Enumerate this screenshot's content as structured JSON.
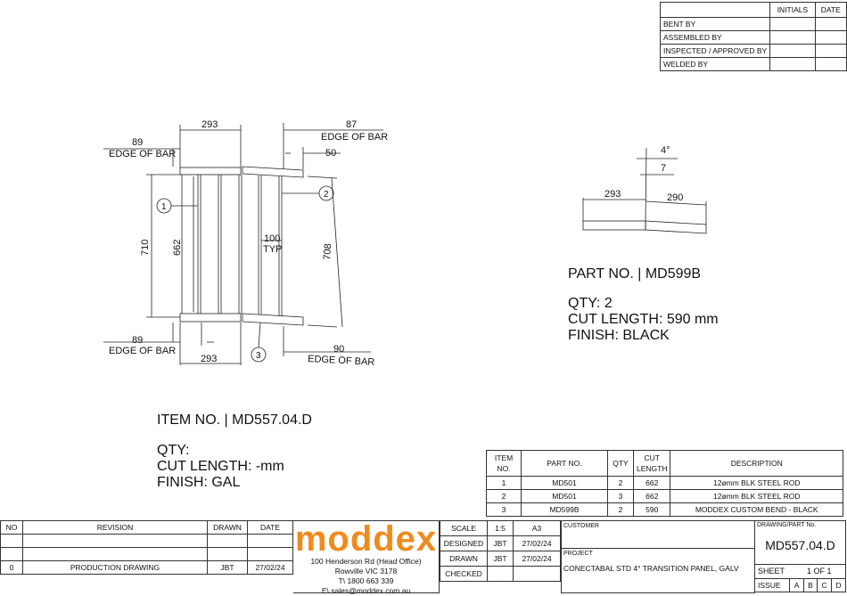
{
  "signoff": {
    "headers": [
      "INITIALS",
      "DATE"
    ],
    "rows": [
      "BENT BY",
      "ASSEMBLED BY",
      "INSPECTED / APPROVED BY",
      "WELDED BY"
    ]
  },
  "drawing": {
    "dims": {
      "d293_top": "293",
      "d87": "87",
      "edge_top_right": "EDGE OF BAR",
      "d89_top": "89",
      "edge_top_left": "EDGE OF BAR",
      "d50": "50",
      "d710": "710",
      "d662": "662",
      "d100": "100",
      "typ": "TYP",
      "d708": "708",
      "d89_bot": "89",
      "edge_bot_left": "EDGE OF BAR",
      "d90": "90",
      "edge_bot_right": "EDGE OF BAR",
      "d293_bot": "293",
      "callout1": "1",
      "callout2": "2",
      "callout3": "3"
    },
    "detail": {
      "angle": "4°",
      "d7": "7",
      "d293": "293",
      "d290": "290"
    }
  },
  "part_block": {
    "part_no": "PART NO.  | MD599B",
    "qty": "QTY: 2",
    "cut_length": "CUT LENGTH: 590 mm",
    "finish": "FINISH: BLACK"
  },
  "item_block": {
    "item_no": "ITEM NO.    | MD557.04.D",
    "qty": "QTY:",
    "cut_length": "CUT LENGTH: -mm",
    "finish": "FINISH: GAL"
  },
  "bom": {
    "headers": [
      "ITEM NO.",
      "PART NO.",
      "QTY",
      "CUT LENGTH",
      "DESCRIPTION"
    ],
    "rows": [
      [
        "1",
        "MD501",
        "2",
        "662",
        "12ømm BLK STEEL ROD"
      ],
      [
        "2",
        "MD501",
        "3",
        "662",
        "12ømm BLK STEEL ROD"
      ],
      [
        "3",
        "MD599B",
        "2",
        "590",
        "MODDEX CUSTOM BEND - BLACK"
      ]
    ]
  },
  "revision": {
    "headers": [
      "NO",
      "REVISION",
      "DRAWN",
      "DATE"
    ],
    "rows": [
      [
        "0",
        "PRODUCTION DRAWING",
        "JBT",
        "27/02/24"
      ]
    ]
  },
  "company": {
    "logo": "moddex",
    "addr1": "100 Henderson Rd (Head Office)",
    "addr2": "Rowville VIC 3178",
    "phone": "T\\ 1800 663 339",
    "email": "E\\ sales@moddex.com.au"
  },
  "titleblock": {
    "scale_label": "SCALE",
    "scale": "1:5",
    "size": "A3",
    "designed_label": "DESIGNED",
    "designed_by": "JBT",
    "designed_date": "27/02/24",
    "drawn_label": "DRAWN",
    "drawn_by": "JBT",
    "drawn_date": "27/02/24",
    "checked_label": "CHECKED",
    "customer_label": "CUSTOMER",
    "project_label": "PROJECT",
    "project": "CONECTABAL STD 4° TRANSITION PANEL, GALV",
    "drawing_no_label": "DRAWING/PART No.",
    "drawing_no": "MD557.04.D",
    "sheet_label": "SHEET",
    "sheet": "1 OF 1",
    "issue_label": "ISSUE",
    "issues": [
      "A",
      "B",
      "C",
      "D"
    ]
  }
}
